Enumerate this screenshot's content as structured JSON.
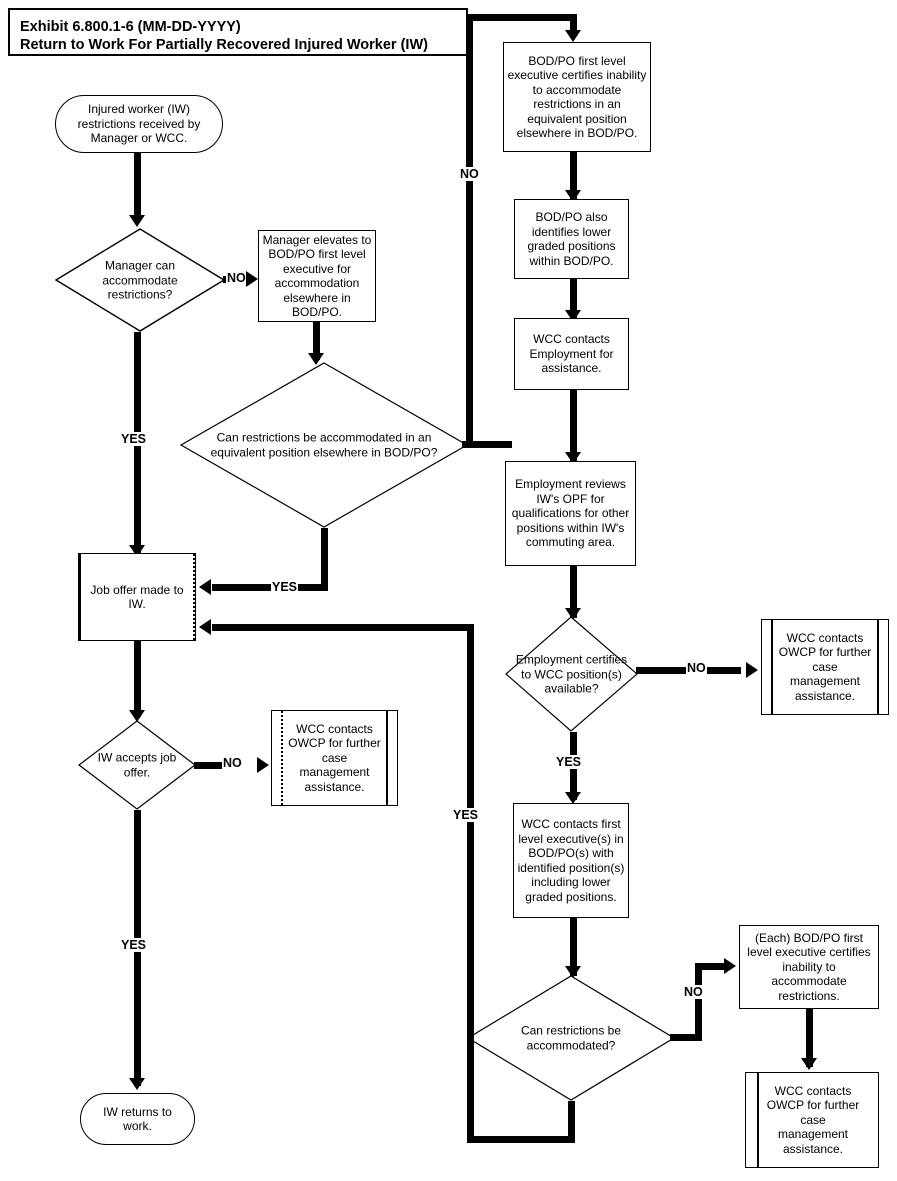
{
  "title": {
    "line1": "Exhibit 6.800.1-6 (MM-DD-YYYY)",
    "line2": "Return to Work For Partially Recovered Injured Worker (IW)"
  },
  "nodes": {
    "start": "Injured worker (IW) restrictions received by Manager or WCC.",
    "d_manager": "Manager can accommodate restrictions?",
    "p_elevate": "Manager elevates to BOD/PO first level executive for accommodation elsewhere in BOD/PO.",
    "d_equiv": "Can restrictions be accommodated in an equivalent position elsewhere in BOD/PO?",
    "p_joboffer": "Job offer made to IW.",
    "d_accepts": "IW accepts job offer.",
    "p_wcc_owcp_left": "WCC contacts OWCP for further case management assistance.",
    "end_return": "IW returns to work.",
    "p_bodpo_certifies": "BOD/PO first level executive certifies inability to accommodate restrictions in an equivalent position elsewhere in BOD/PO.",
    "p_bodpo_lower": "BOD/PO also identifies lower graded positions within BOD/PO.",
    "p_wcc_employment": "WCC contacts Employment for assistance.",
    "p_employment_reviews": "Employment reviews IW's OPF for qualifications for other positions within IW's commuting area.",
    "d_employment_cert": "Employment certifies to WCC position(s) available?",
    "p_wcc_owcp_right": "WCC contacts OWCP for further case management assistance.",
    "p_wcc_first_level": "WCC contacts first level executive(s) in BOD/PO(s) with identified position(s) including lower graded positions.",
    "d_can_accommodate": "Can restrictions be accommodated?",
    "p_each_bodpo": "(Each) BOD/PO first level executive certifies inability to accommodate restrictions.",
    "p_wcc_owcp_bottom": "WCC contacts OWCP for further case management assistance."
  },
  "edge_labels": {
    "manager_no": "NO",
    "manager_yes": "YES",
    "equiv_yes": "YES",
    "equiv_no": "NO",
    "accepts_no": "NO",
    "accepts_yes": "YES",
    "employment_no": "NO",
    "employment_yes": "YES",
    "accommodate_no": "NO",
    "accommodate_yes": "YES"
  },
  "colors": {
    "stroke": "#000000",
    "fill": "#ffffff"
  }
}
